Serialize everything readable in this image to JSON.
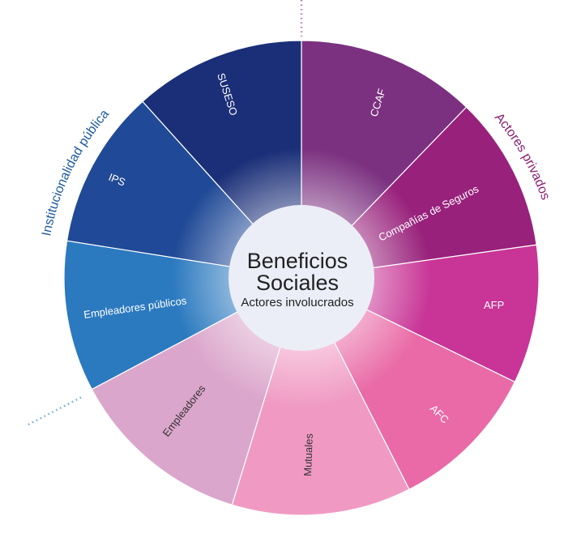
{
  "center": {
    "title_line1": "Beneficios",
    "title_line2": "Sociales",
    "subtitle": "Actores involucrados"
  },
  "groups": {
    "public": "Institucionalidad pública",
    "private": "Actores privados",
    "public_color": "#1f5aa0",
    "private_color": "#8a1f72"
  },
  "segments": [
    {
      "label": "CCAF",
      "color": "#7b3180"
    },
    {
      "label": "Compañías de Seguros",
      "color": "#98217b"
    },
    {
      "label": "AFP",
      "color": "#c83596"
    },
    {
      "label": "AFC",
      "color": "#e96aa6"
    },
    {
      "label": "Mutuales",
      "color": "#f09ac3"
    },
    {
      "label": "Empleadores",
      "color": "#dba6cb"
    },
    {
      "label": "Empleadores públicos",
      "color": "#2b79bf"
    },
    {
      "label": "IPS",
      "color": "#204a97"
    },
    {
      "label": "SUSESO",
      "color": "#1b2f78"
    }
  ]
}
